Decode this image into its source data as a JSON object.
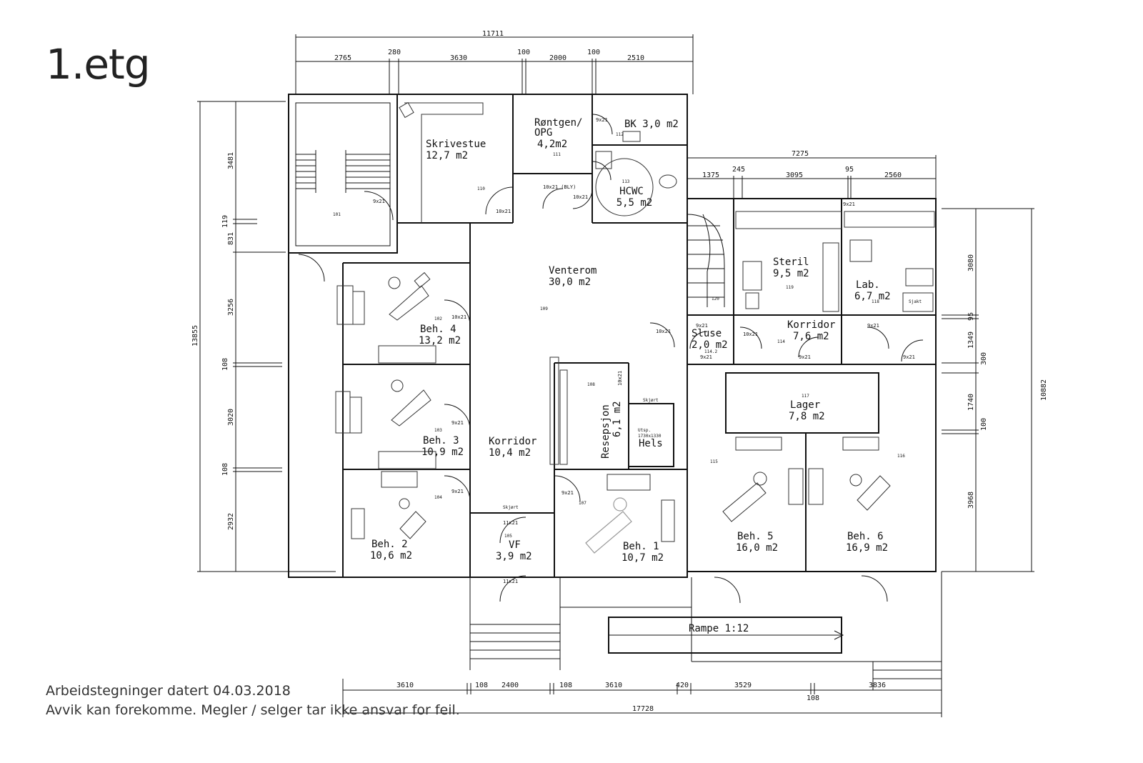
{
  "title": "1.etg",
  "footer": {
    "line1": "Arbeidstegninger datert 04.03.2018",
    "line2": "Avvik kan forekomme. Megler / selger tar ikke ansvar for feil."
  },
  "rooms": {
    "skrivestue": {
      "name": "Skrivestue",
      "area": "12,7 m2",
      "num": "110"
    },
    "rontgen": {
      "name": "Røntgen/",
      "name2": "OPG",
      "area": "4,2m2",
      "num": "111"
    },
    "bk": {
      "name": "BK 3,0 m2",
      "num": "112"
    },
    "hcwc": {
      "name": "HCWC",
      "area": "5,5 m2",
      "num": "113"
    },
    "stair": {
      "num": "101"
    },
    "venterom": {
      "name": "Venterom",
      "area": "30,0 m2",
      "num": "109"
    },
    "beh4": {
      "name": "Beh. 4",
      "area": "13,2 m2",
      "num": "102"
    },
    "beh3": {
      "name": "Beh. 3",
      "area": "10,9 m2",
      "num": "103"
    },
    "beh2": {
      "name": "Beh. 2",
      "area": "10,6 m2",
      "num": "104"
    },
    "korridor1": {
      "name": "Korridor",
      "area": "10,4 m2"
    },
    "vf": {
      "name": "VF",
      "area": "3,9 m2",
      "num": "105"
    },
    "resepsjon": {
      "name": "Resepsjon",
      "area": "6,1 m2",
      "num": "108"
    },
    "hels": {
      "utsp": "Utsp.",
      "size": "1730x1330",
      "name": "Hels"
    },
    "beh1": {
      "name": "Beh. 1",
      "area": "10,7 m2",
      "num": "107"
    },
    "steril": {
      "name": "Steril",
      "area": "9,5 m2",
      "num": "119"
    },
    "lab": {
      "name": "Lab.",
      "area": "6,7 m2",
      "num": "118"
    },
    "sluse": {
      "name": "Sluse",
      "area": "2,0 m2",
      "num": "114.2"
    },
    "korridor2": {
      "name": "Korridor",
      "area": "7,6 m2",
      "num": "114"
    },
    "lager": {
      "name": "Lager",
      "area": "7,8 m2",
      "num": "117"
    },
    "beh5": {
      "name": "Beh. 5",
      "area": "16,0 m2",
      "num": "115"
    },
    "beh6": {
      "name": "Beh. 6",
      "area": "16,9 m2",
      "num": "116"
    },
    "stair2": {
      "num": "120"
    }
  },
  "labels": {
    "sjakt": "Sjakt",
    "skjort1": "Skjørt",
    "skjort2": "Skjørt",
    "rampe": "Rampe 1:12",
    "stair_tag": "120"
  },
  "doors": {
    "d1": "9x21",
    "d2": "10x21",
    "d3": "9x21",
    "d4": "10x21 (BLY)",
    "d5": "10x21",
    "d6": "10x21",
    "d7": "9x21",
    "d8": "9x21",
    "d9": "11x21",
    "d10": "11x21",
    "d11": "9x21",
    "d12": "10x21",
    "d13": "10x21",
    "d14": "9x21",
    "d15": "10x21",
    "d16": "9x21",
    "d17": "9x21",
    "d18": "9x21",
    "d19": "9x21",
    "d20": "9x21"
  },
  "dims": {
    "top_total": "11711",
    "top": [
      "2765",
      "280",
      "3630",
      "100",
      "2000",
      "100",
      "2510"
    ],
    "right_top_total": "7275",
    "right_top": [
      "1375",
      "245",
      "3095",
      "95",
      "2560"
    ],
    "left_total": "13855",
    "left": [
      "3481",
      "119",
      "831",
      "3256",
      "108",
      "3020",
      "108",
      "2932"
    ],
    "right_total": "10882",
    "right": [
      "3080",
      "95",
      "1349",
      "300",
      "1740",
      "100",
      "3968"
    ],
    "bottom_total": "17728",
    "bottom": [
      "3610",
      "108",
      "2400",
      "108",
      "3610",
      "420",
      "3529",
      "108",
      "3836"
    ]
  }
}
